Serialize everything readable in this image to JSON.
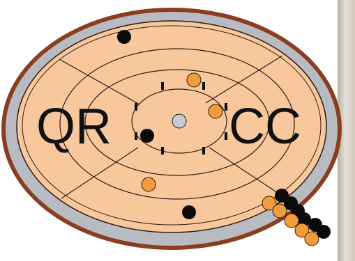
{
  "logo": {
    "left_text": "QR",
    "right_text": "CC"
  },
  "colors": {
    "board_fill": "#f8c89c",
    "outer_ring": "#b8bcc2",
    "rim": "#8a3e1f",
    "line": "#2a1a10",
    "orange_piece": "#f29b3a",
    "black_piece": "#0a0a0a",
    "center_piece": "#c9cbce",
    "background": "#ffffff"
  },
  "pieces": {
    "orange_count_on_board": 3,
    "black_count_on_board": 3,
    "orange_count_stacked": 5,
    "black_count_stacked": 6
  }
}
